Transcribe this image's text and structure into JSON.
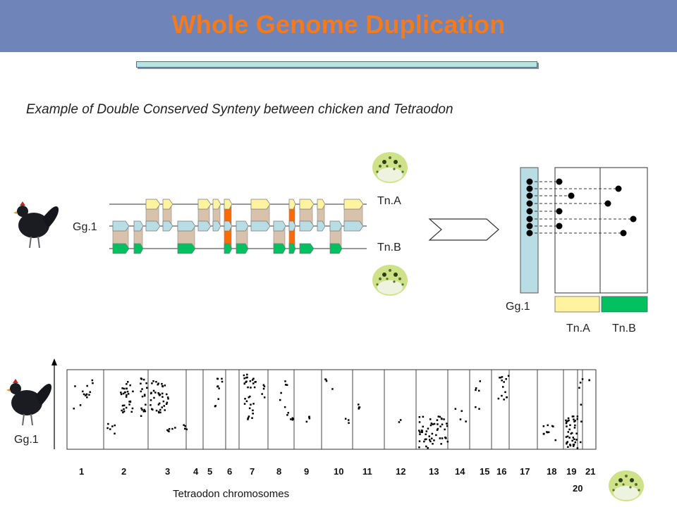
{
  "title": "Whole Genome Duplication",
  "subtitle": "Example of Double Conserved Synteny between chicken and Tetraodon",
  "synteny": {
    "labels": {
      "gg": "Gg.1",
      "tn_a": "Tn.A",
      "tn_b": "Tn.B"
    }
  },
  "dotplot_summary": {
    "gg_label": "Gg.1",
    "tn_a_label": "Tn.A",
    "tn_b_label": "Tn.B"
  },
  "genome_plot": {
    "y_label": "Gg.1",
    "x_label": "Tetraodon chromosomes",
    "chromosomes": [
      "1",
      "2",
      "3",
      "4",
      "5",
      "6",
      "7",
      "8",
      "9",
      "10",
      "11",
      "12",
      "13",
      "14",
      "15",
      "16",
      "17",
      "18",
      "19",
      "21"
    ],
    "extra_label": "20"
  },
  "colors": {
    "header": "#6f84b8",
    "title": "#f37b1d",
    "tn_a": "#fff3a0",
    "tn_b": "#00c060",
    "gg": "#b8dde4",
    "highlight": "#ff6a00"
  }
}
